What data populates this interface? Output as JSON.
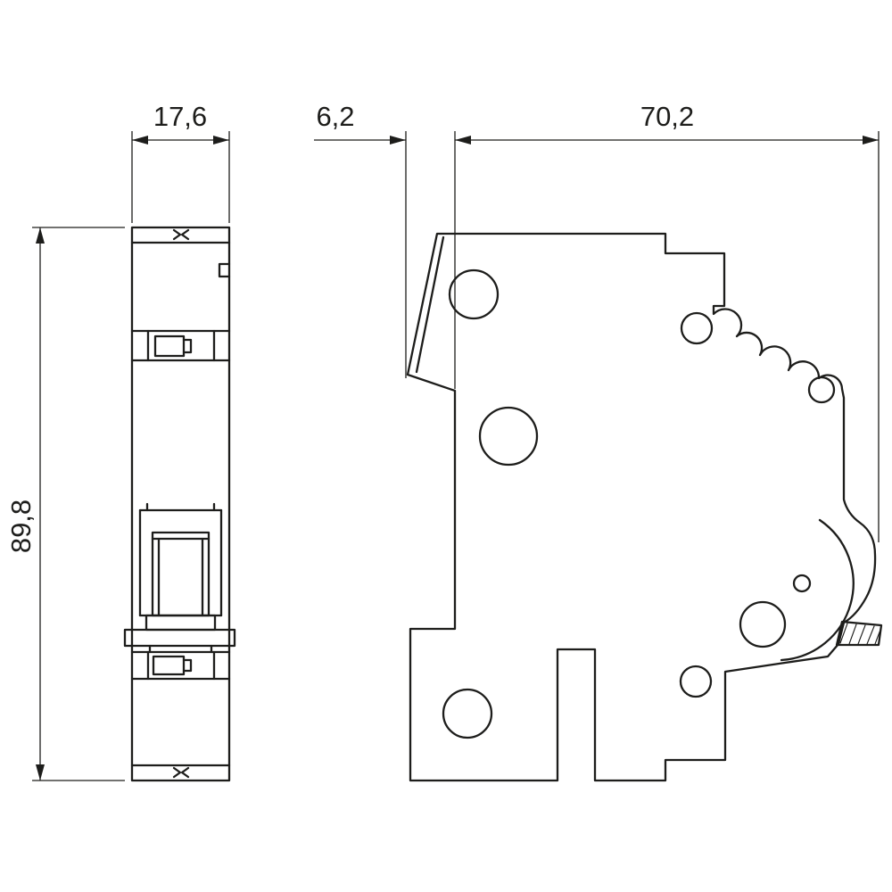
{
  "colors": {
    "background": "#ffffff",
    "line": "#1d1d1b"
  },
  "dimensions": {
    "front_width": "17,6",
    "front_protrusion_depth": "6,2",
    "body_depth": "70,2",
    "height": "89,8"
  }
}
